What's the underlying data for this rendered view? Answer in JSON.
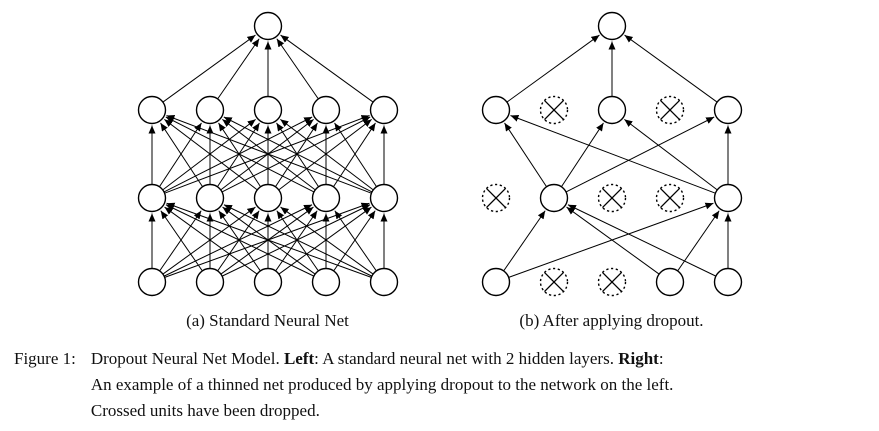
{
  "figure": {
    "caption_label": "Figure 1:",
    "caption_lines": [
      [
        {
          "text": "Dropout Neural Net Model.  ",
          "bold": false
        },
        {
          "text": "Left",
          "bold": true
        },
        {
          "text": ": A standard neural net with 2 hidden layers.  ",
          "bold": false
        },
        {
          "text": "Right",
          "bold": true
        },
        {
          "text": ":",
          "bold": false
        }
      ],
      [
        {
          "text": "An example of a thinned net produced by applying dropout to the network on the left.",
          "bold": false
        }
      ],
      [
        {
          "text": "Crossed units have been dropped.",
          "bold": false
        }
      ]
    ]
  },
  "diagrams": [
    {
      "id": "standard-net",
      "subcaption": "(a) Standard Neural Net",
      "layer_names_bottom_to_top": [
        "input",
        "hidden-1",
        "hidden-2",
        "output"
      ],
      "layers_bottom_to_top": [
        5,
        5,
        5,
        1
      ],
      "dropped_units": [
        [],
        [],
        [],
        []
      ],
      "arrow_direction": "up",
      "fully_connected_between_active_units": true
    },
    {
      "id": "dropout-net",
      "subcaption": "(b) After applying dropout.",
      "layer_names_bottom_to_top": [
        "input",
        "hidden-1",
        "hidden-2",
        "output"
      ],
      "layers_bottom_to_top": [
        5,
        5,
        5,
        1
      ],
      "dropped_units": [
        [
          1,
          2
        ],
        [
          0,
          2,
          3
        ],
        [
          1,
          3
        ],
        []
      ],
      "arrow_direction": "up",
      "fully_connected_between_active_units": true
    }
  ],
  "colors": {
    "ink": "#000000",
    "background": "#ffffff"
  }
}
